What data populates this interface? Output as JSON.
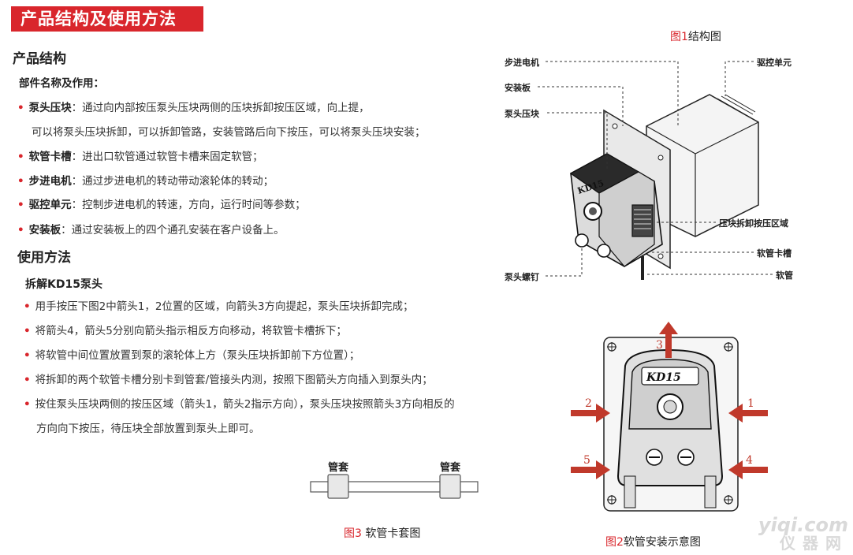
{
  "banner": "产品结构及使用方法",
  "structure": {
    "heading": "产品结构",
    "subheading": "部件名称及作用：",
    "parts": [
      {
        "term": "泵头压块",
        "desc": "：通过向内部按压泵头压块两侧的压块拆卸按压区域，向上提，",
        "cont": "可以将泵头压块拆卸，可以拆卸管路，安装管路后向下按压，可以将泵头压块安装；"
      },
      {
        "term": "软管卡槽",
        "desc": "：进出口软管通过软管卡槽来固定软管；"
      },
      {
        "term": "步进电机",
        "desc": "：通过步进电机的转动带动滚轮体的转动；"
      },
      {
        "term": "驱控单元",
        "desc": "：控制步进电机的转速，方向，运行时间等参数；"
      },
      {
        "term": "安装板",
        "desc": "：通过安装板上的四个通孔安装在客户设备上。"
      }
    ]
  },
  "usage": {
    "heading": "使用方法",
    "subheading": "拆解KD15泵头",
    "steps": [
      "用手按压下图2中箭头1，2位置的区域，向箭头3方向提起，泵头压块拆卸完成；",
      "将箭头4，箭头5分别向箭头指示相反方向移动，将软管卡槽拆下；",
      "将软管中间位置放置到泵的滚轮体上方（泵头压块拆卸前下方位置）；",
      "将拆卸的两个软管卡槽分别卡到管套/管接头内测，按照下图箭头方向插入到泵头内；",
      "按住泵头压块两侧的按压区域（箭头1，箭头2指示方向），泵头压块按照箭头3方向相反的"
    ],
    "step5_cont": "方向向下按压，待压块全部放置到泵头上即可。"
  },
  "fig1": {
    "caption_num": "图1",
    "caption_text": "结构图",
    "device_label": "KD15",
    "labels": {
      "stepper": "步进电机",
      "plate": "安装板",
      "head": "泵头压块",
      "driver": "驱控单元",
      "release": "压块拆卸按压区域",
      "slot": "软管卡槽",
      "screw": "泵头螺钉",
      "tube": "软管"
    }
  },
  "fig2": {
    "caption_num": "图2",
    "caption_text": "软管安装示意图",
    "device_label": "KD15",
    "arrows": [
      "1",
      "2",
      "3",
      "4",
      "5"
    ]
  },
  "fig3": {
    "caption_num": "图3",
    "caption_text": " 软管卡套图",
    "sleeve_left": "管套",
    "sleeve_right": "管套"
  },
  "watermark": {
    "line1": "yiqi.com",
    "line2": "仪器网"
  },
  "colors": {
    "accent": "#d9262c",
    "arrow": "#c0392b"
  }
}
